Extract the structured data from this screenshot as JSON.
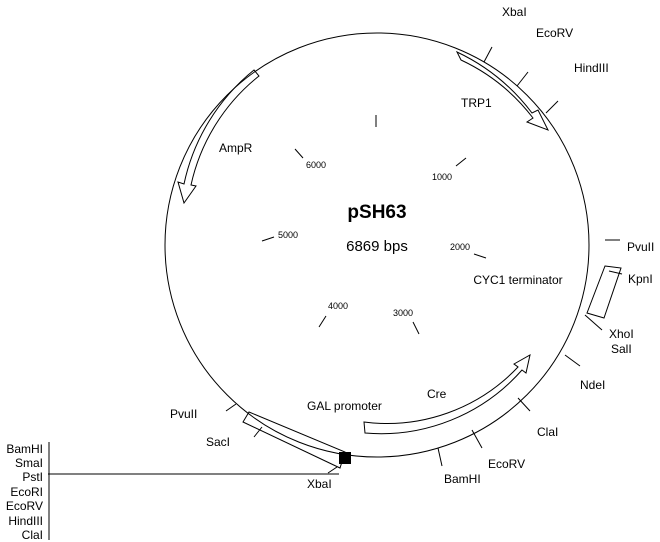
{
  "plasmid": {
    "name": "pSH63",
    "size_label": "6869 bps",
    "total_bp": 6869
  },
  "scale_ticks": [
    "1000",
    "2000",
    "3000",
    "4000",
    "5000",
    "6000"
  ],
  "restriction_sites": [
    {
      "label": "XbaI"
    },
    {
      "label": "EcoRV"
    },
    {
      "label": "HindIII"
    },
    {
      "label": "PvuII"
    },
    {
      "label": "KpnI"
    },
    {
      "label": "XhoI"
    },
    {
      "label": "SalI"
    },
    {
      "label": "NdeI"
    },
    {
      "label": "ClaI"
    },
    {
      "label": "EcoRV"
    },
    {
      "label": "BamHI"
    },
    {
      "label": "XbaI"
    },
    {
      "label": "SacI"
    },
    {
      "label": "PvuII"
    }
  ],
  "features": [
    {
      "label": "TRP1"
    },
    {
      "label": "AmpR"
    },
    {
      "label": "CYC1 terminator"
    },
    {
      "label": "Cre"
    },
    {
      "label": "GAL promoter"
    }
  ],
  "mcs_sites": [
    "BamHI",
    "SmaI",
    "PstI",
    "EcoRI",
    "EcoRV",
    "HindIII",
    "ClaI"
  ]
}
